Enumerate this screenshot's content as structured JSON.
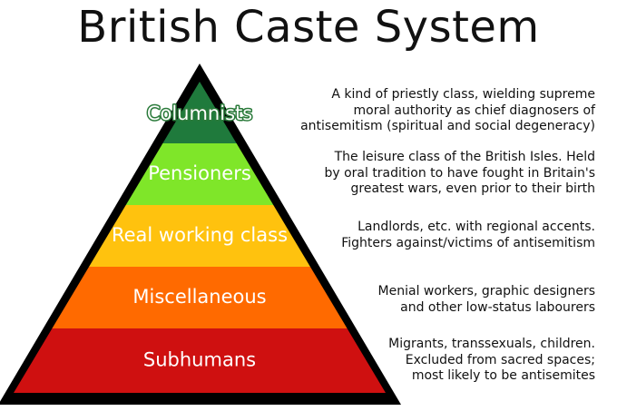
{
  "title": "British Caste System",
  "tiers": [
    {
      "label": "Columnists",
      "color": "#1f7a3c",
      "label_style": "outlined",
      "description": [
        "A kind of priestly class, wielding supreme",
        "moral authority as chief diagnosers of",
        "antisemitism (spiritual and social degeneracy)"
      ]
    },
    {
      "label": "Pensioners",
      "color": "#7fe629",
      "label_style": "plain",
      "description": [
        "The leisure class of the British Isles. Held",
        "by oral tradition to have fought in Britain's",
        "greatest wars, even prior to their birth"
      ]
    },
    {
      "label": "Real working class",
      "color": "#ffc20e",
      "label_style": "plain",
      "description": [
        "Landlords, etc. with regional accents.",
        "Fighters against/victims of antisemitism"
      ]
    },
    {
      "label": "Miscellaneous",
      "color": "#ff6a00",
      "label_style": "plain",
      "description": [
        "Menial workers, graphic designers",
        "and other low-status labourers"
      ]
    },
    {
      "label": "Subhumans",
      "color": "#cf1010",
      "label_style": "plain",
      "description": [
        "Migrants, transsexuals, children.",
        "Excluded from sacred spaces;",
        "most likely to be antisemites"
      ]
    }
  ]
}
